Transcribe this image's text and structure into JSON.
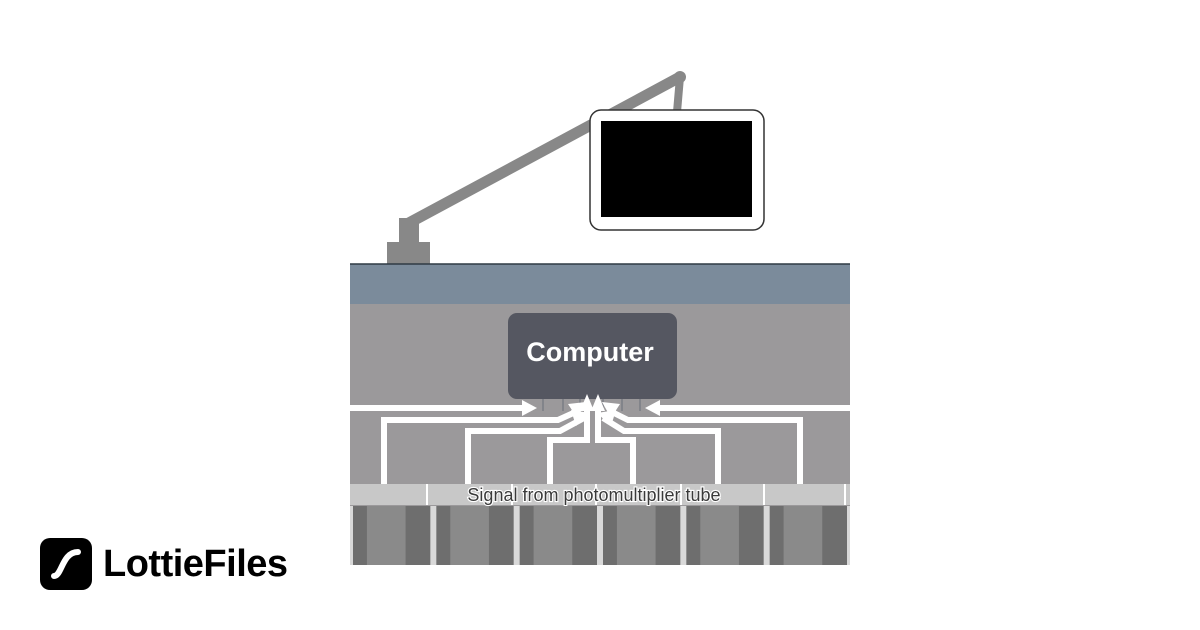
{
  "diagram": {
    "computer_label": "Computer",
    "signal_label": "Signal from photomultiplier tube",
    "channel_count": 6
  },
  "brand": {
    "name": "LottieFiles",
    "icon": "lottiefiles-logo-icon"
  },
  "colors": {
    "roof": "#7b8b9b",
    "wall": "#9b999b",
    "computer_box": "#555761",
    "wires": "#ffffff",
    "arm": "#888888",
    "screen": "#000000",
    "signal_band": "#c8c8c8",
    "tubes_dark": "#6e6e6e",
    "tubes_light": "#8a8a8a"
  }
}
